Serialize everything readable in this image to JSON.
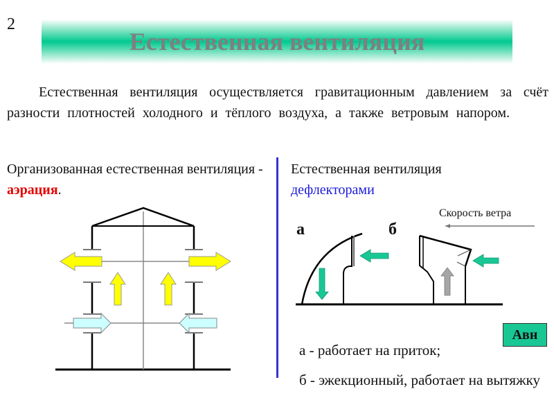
{
  "slide": {
    "number": "2",
    "title": "Естественная вентиляция",
    "intro": "Естественная вентиляция осуществляется гравитационным давлением за счёт разности плотностей холодного и тёплого воздуха, а также ветровым напором."
  },
  "left_section": {
    "heading_prefix": "Организованная естественная вентиляция - ",
    "heading_accent": "аэрация",
    "heading_suffix": ".",
    "diagram": {
      "name": "aeration-building",
      "arrows": {
        "exhaust_color": "#ffff00",
        "supply_color": "#ccffff"
      }
    }
  },
  "right_section": {
    "heading_prefix": "Естественная вентиляция ",
    "heading_accent": "дефлекторами",
    "label_a": "а",
    "label_b": "б",
    "wind_label": "Скорость ветра",
    "legend_a": "а - работает на приток;",
    "legend_b": "б - эжекционный, работает на вытяжку",
    "button_label": "Авн",
    "colors": {
      "flow_arrow": "#19c795",
      "exhaust_arrow": "#a6a6a6",
      "button_bg": "#19c795"
    }
  },
  "colors": {
    "title_text": "#7f7f7f",
    "title_band": "#00c990",
    "divider": "#3333cc",
    "accent_red": "#e60000",
    "accent_blue": "#1a1adb"
  }
}
